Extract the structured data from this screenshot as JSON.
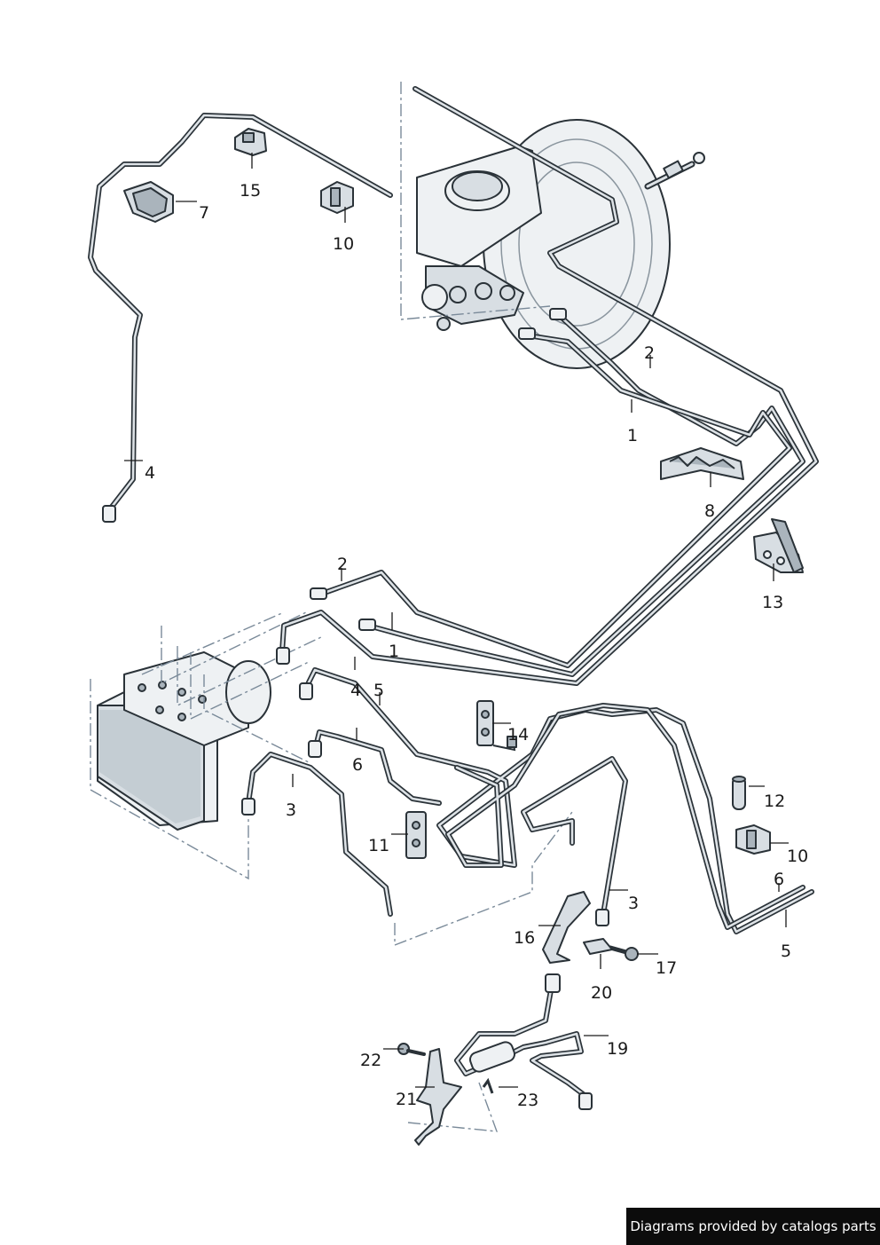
{
  "labels": {
    "l1a": "1",
    "l1b": "1",
    "l2a": "2",
    "l2b": "2",
    "l3a": "3",
    "l3b": "3",
    "l4a": "4",
    "l4b": "4",
    "l5a": "5",
    "l5b": "5",
    "l6a": "6",
    "l6b": "6",
    "l7": "7",
    "l8": "8",
    "l10a": "10",
    "l10b": "10",
    "l11": "11",
    "l12": "12",
    "l13": "13",
    "l14": "14",
    "l15": "15",
    "l16": "16",
    "l17": "17",
    "l19": "19",
    "l20": "20",
    "l21": "21",
    "l22": "22",
    "l23": "23"
  },
  "footer": {
    "text": "Diagrams provided by catalogs parts"
  },
  "colors": {
    "line": "#2a3238",
    "part_fill": "#d8dee3",
    "dash": "#7a8a99",
    "footer_bg": "#0c0c0c"
  }
}
